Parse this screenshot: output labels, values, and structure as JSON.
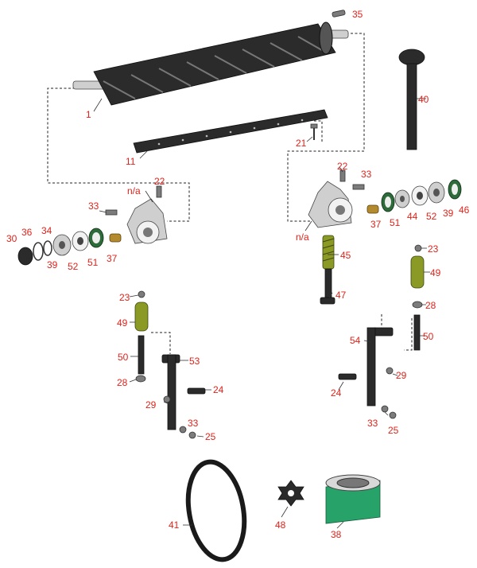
{
  "diagram": {
    "type": "exploded-parts-diagram",
    "label_color": "#e0231b",
    "callouts": {
      "reel": "1",
      "bedknife": "11",
      "bolt_21": "21",
      "bolt_22_left": "22",
      "bolt_22_right": "22",
      "fitting_23_left": "23",
      "fitting_23_right": "23",
      "screw_24_left": "24",
      "screw_24_right": "24",
      "nut_25_left": "25",
      "nut_25_right": "25",
      "washer_28_left": "28",
      "washer_28_right": "28",
      "nut_29_left": "29",
      "nut_29_right": "29",
      "nut_30": "30",
      "washer_33_top_left": "33",
      "washer_33_top_right": "33",
      "washer_33_bottom_left": "33",
      "washer_33_bottom_right": "33",
      "washer_34": "34",
      "pin_35": "35",
      "oring_36": "36",
      "bushing_37_left": "37",
      "bushing_37_right": "37",
      "belt_38": "38",
      "bearing_39_left": "39",
      "bearing_39_right": "39",
      "tool_40": "40",
      "belt_41": "41",
      "spring_44": "44",
      "spring_45": "45",
      "seal_46": "46",
      "rod_47": "47",
      "coupler_48": "48",
      "knob_49_left": "49",
      "knob_49_right": "49",
      "screw_50_left": "50",
      "screw_50_right": "50",
      "seal_51_left": "51",
      "seal_51_right": "51",
      "spacer_52_left": "52",
      "spacer_52_right": "52",
      "bracket_53": "53",
      "bracket_54": "54",
      "na_left_top": "n/a",
      "na_right_bottom": "n/a"
    }
  }
}
